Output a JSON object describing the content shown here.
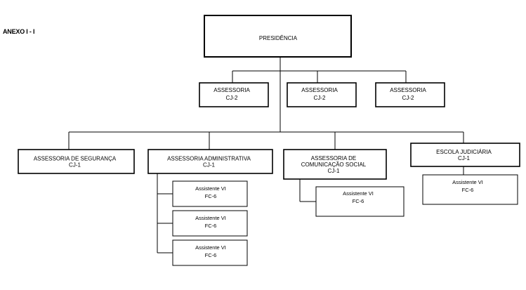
{
  "annex_label": "ANEXO I - I",
  "presidencia": {
    "label": "PRESIDÊNCIA"
  },
  "assessorias": [
    {
      "label": "ASSESSORIA",
      "code": "CJ-2"
    },
    {
      "label": "ASSESSORIA",
      "code": "CJ-2"
    },
    {
      "label": "ASSESSORIA",
      "code": "CJ-2"
    }
  ],
  "departments": [
    {
      "lines": [
        "ASSESSORIA DE SEGURANÇA"
      ],
      "code": "CJ-1",
      "assistants": []
    },
    {
      "lines": [
        "ASSESSORIA ADMINISTRATIVA"
      ],
      "code": "CJ-1",
      "assistants": [
        {
          "label": "Assistente VI",
          "code": "FC-6"
        },
        {
          "label": "Assistente VI",
          "code": "FC-6"
        },
        {
          "label": "Assistente VI",
          "code": "FC-6"
        }
      ]
    },
    {
      "lines": [
        "ASSESSORIA  DE",
        "COMUNICAÇÃO SOCIAL"
      ],
      "code": "CJ-1",
      "assistants": [
        {
          "label": "Assistente VI",
          "code": "FC-6"
        }
      ]
    },
    {
      "lines": [
        "ESCOLA JUDICIÁRIA"
      ],
      "code": "CJ-1",
      "assistants": [
        {
          "label": "Assistente VI",
          "code": "FC-6"
        }
      ]
    }
  ]
}
